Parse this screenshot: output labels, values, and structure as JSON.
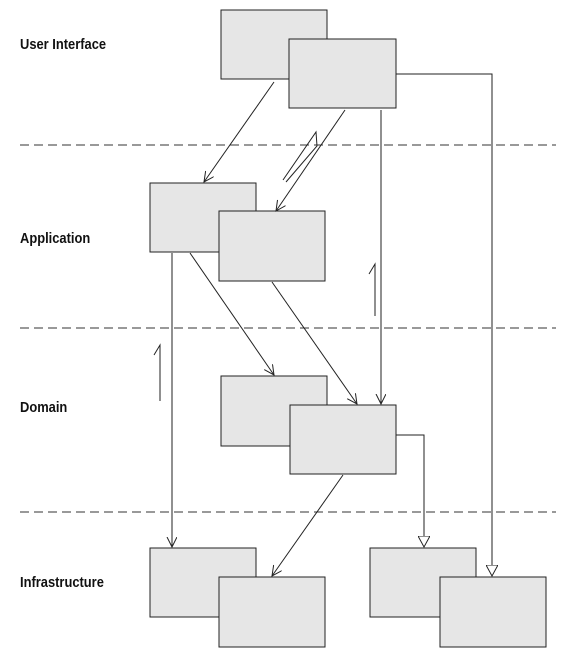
{
  "layers": [
    {
      "id": "ui",
      "name": "User Interface"
    },
    {
      "id": "app",
      "name": "Application"
    },
    {
      "id": "domain",
      "name": "Domain"
    },
    {
      "id": "infra",
      "name": "Infrastructure"
    }
  ],
  "colors": {
    "box_fill": "#e6e6e6",
    "stroke": "#222222",
    "separator": "#333333"
  }
}
